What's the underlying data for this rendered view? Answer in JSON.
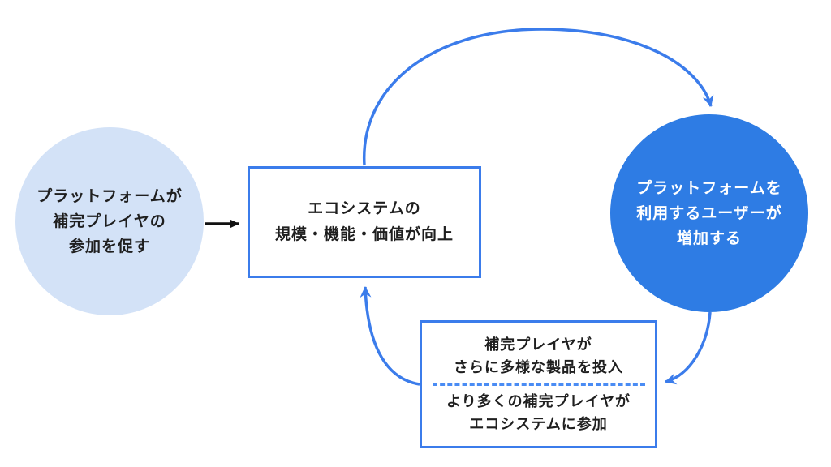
{
  "diagram": {
    "title": "platform-ecosystem-feedback-loop",
    "nodes": {
      "left_circle": {
        "lines": [
          "プラットフォームが",
          "補完プレイヤの",
          "参加を促す"
        ]
      },
      "center_box": {
        "lines": [
          "エコシステムの",
          "規模・機能・価値が向上"
        ]
      },
      "right_circle": {
        "lines": [
          "プラットフォームを",
          "利用するユーザーが",
          "増加する"
        ]
      },
      "bottom_box": {
        "top_lines": [
          "補完プレイヤが",
          "さらに多様な製品を投入"
        ],
        "bottom_lines": [
          "より多くの補完プレイヤが",
          "エコシステムに参加"
        ]
      }
    },
    "edges": [
      {
        "from": "left_circle",
        "to": "center_box",
        "style": "straight",
        "color": "black"
      },
      {
        "from": "center_box",
        "to": "right_circle",
        "style": "curved",
        "color": "blue"
      },
      {
        "from": "right_circle",
        "to": "bottom_box",
        "style": "curved",
        "color": "blue"
      },
      {
        "from": "bottom_box",
        "to": "center_box",
        "style": "curved",
        "color": "blue"
      }
    ],
    "colors": {
      "accent_blue": "#3b7ceb",
      "dark_circle_fill": "#2e7ce4",
      "light_circle_fill": "#d3e2f7",
      "dashed_divider_blue": "#4a8cf4",
      "text_dark": "#1f1f1f",
      "text_light": "#ffffff",
      "arrow_black": "#111111",
      "background": "#ffffff"
    }
  }
}
